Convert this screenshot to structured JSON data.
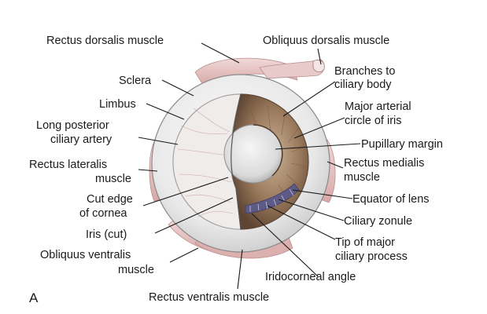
{
  "panel_letter": "A",
  "labels": {
    "rectus_dorsalis": "Rectus dorsalis muscle",
    "obliquus_dorsalis": "Obliquus dorsalis muscle",
    "sclera": "Sclera",
    "branches_l1": "Branches to",
    "branches_l2": "ciliary body",
    "limbus": "Limbus",
    "major_arterial_l1": "Major arterial",
    "major_arterial_l2": "circle of iris",
    "long_posterior_l1": "Long posterior",
    "long_posterior_l2": "ciliary artery",
    "pupillary_margin": "Pupillary margin",
    "rectus_lateralis_l1": "Rectus lateralis",
    "rectus_lateralis_l2": "muscle",
    "rectus_medialis_l1": "Rectus medialis",
    "rectus_medialis_l2": "muscle",
    "cut_edge_l1": "Cut edge",
    "cut_edge_l2": "of cornea",
    "equator_lens": "Equator of lens",
    "ciliary_zonule": "Ciliary zonule",
    "iris_cut": "Iris (cut)",
    "tip_major_l1": "Tip of major",
    "tip_major_l2": "ciliary process",
    "obliquus_ventralis_l1": "Obliquus ventralis",
    "obliquus_ventralis_l2": "muscle",
    "iridocorneal": "Iridocorneal angle",
    "rectus_ventralis": "Rectus ventralis muscle"
  },
  "colors": {
    "sclera": "#eeeeee",
    "muscle": "#e4c3c3",
    "iris": "#9a7a60",
    "lens": "#e2e2e2",
    "ciliary": "#5d5a86"
  }
}
